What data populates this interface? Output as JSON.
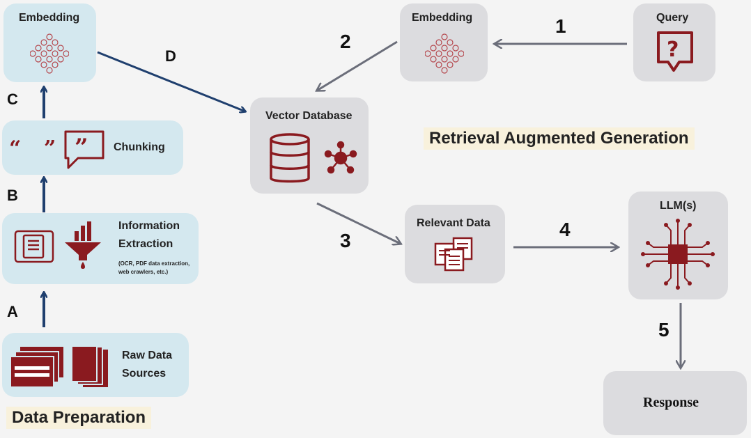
{
  "data_prep": {
    "title": "Data Preparation",
    "embedding": "Embedding",
    "chunking": "Chunking",
    "info_line1": "Information",
    "info_line2": "Extraction",
    "info_note1": "(OCR, PDF data extraction,",
    "info_note2": "web crawlers, etc.)",
    "raw_line1": "Raw Data",
    "raw_line2": "Sources",
    "letters": [
      "A",
      "B",
      "C",
      "D"
    ]
  },
  "rag": {
    "title": "Retrieval Augmented Generation",
    "query": "Query",
    "embedding": "Embedding",
    "vector_db": "Vector Database",
    "relevant": "Relevant Data",
    "llm": "LLM(s)",
    "response": "Response",
    "steps": [
      "1",
      "2",
      "3",
      "4",
      "5"
    ]
  },
  "colors": {
    "navy": "#1f3f6e",
    "gray_arrow": "#6b6e7a",
    "maroon": "#8a1a1f",
    "blue_box": "#d4e8ef",
    "gray_box": "#dcdcdf"
  }
}
